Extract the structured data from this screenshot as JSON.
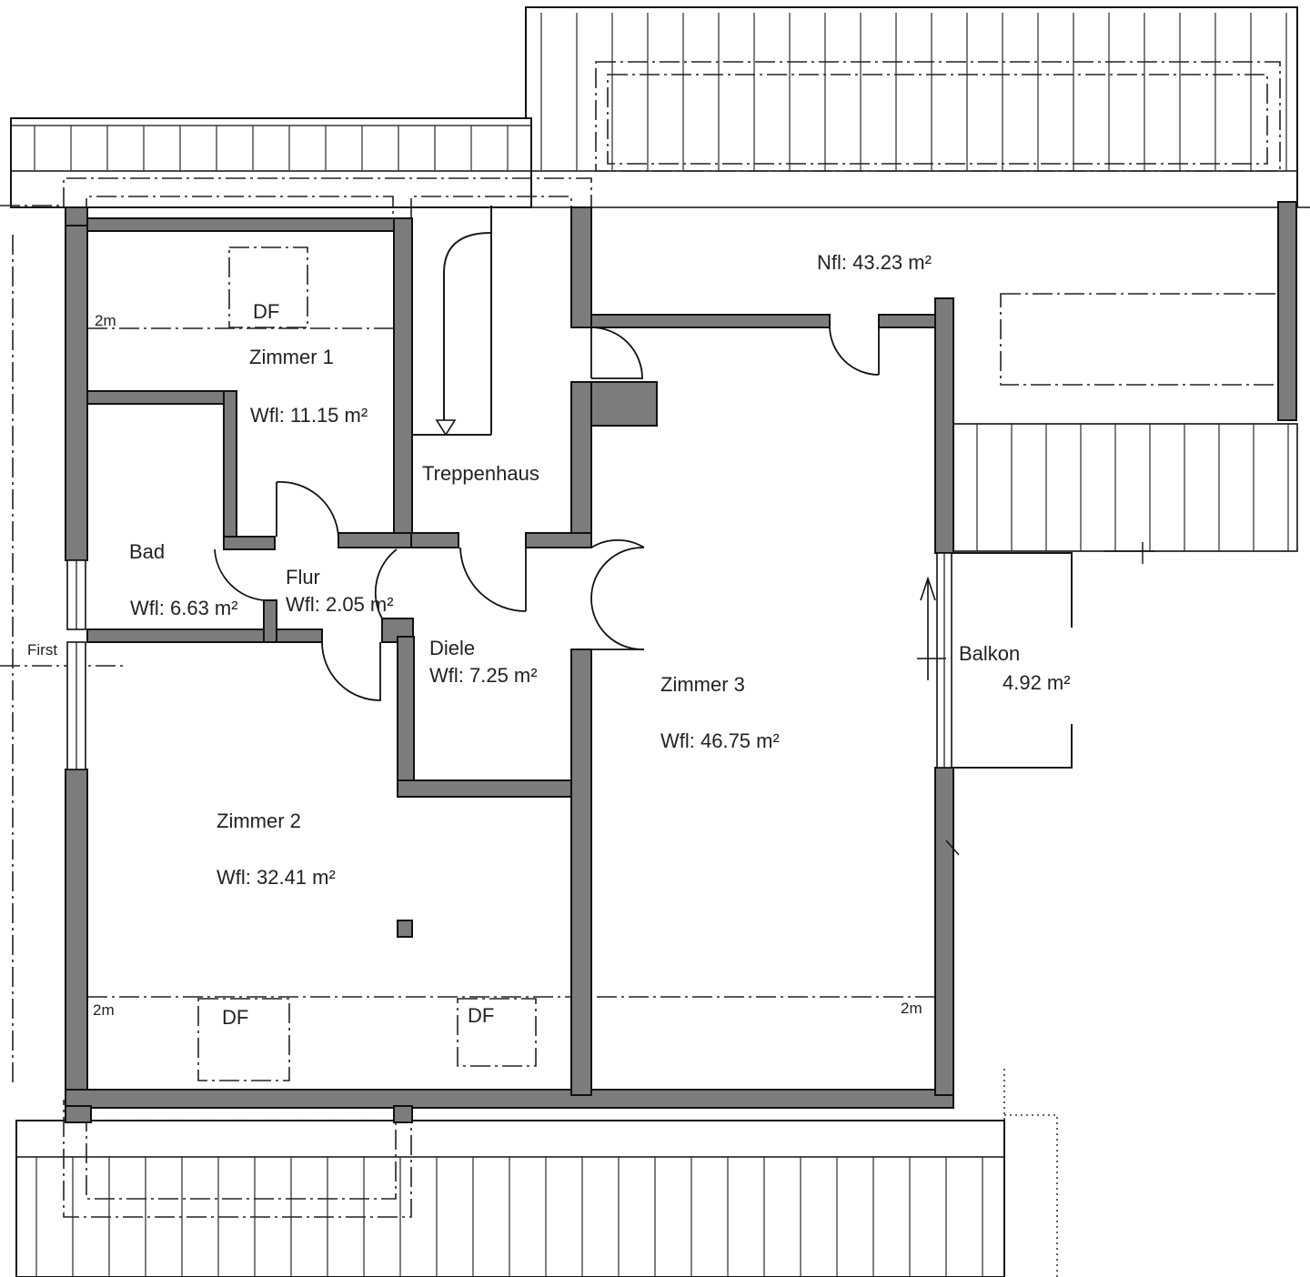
{
  "rooms": {
    "zimmer1": {
      "name": "Zimmer 1",
      "area": "Wfl: 11.15 m²"
    },
    "zimmer2": {
      "name": "Zimmer 2",
      "area": "Wfl: 32.41 m²"
    },
    "zimmer3": {
      "name": "Zimmer 3",
      "area": "Wfl: 46.75 m²"
    },
    "bad": {
      "name": "Bad",
      "area": "Wfl: 6.63 m²"
    },
    "flur": {
      "name": "Flur",
      "area": "Wfl: 2.05 m²"
    },
    "diele": {
      "name": "Diele",
      "area": "Wfl: 7.25 m²"
    },
    "treppenhaus": {
      "name": "Treppenhaus"
    },
    "balkon": {
      "name": "Balkon",
      "area": "4.92 m²"
    },
    "nutzflaeche": {
      "area": "Nfl: 43.23 m²"
    }
  },
  "markers": {
    "skylight": "DF",
    "height_line": "2m",
    "ridge": "First"
  }
}
